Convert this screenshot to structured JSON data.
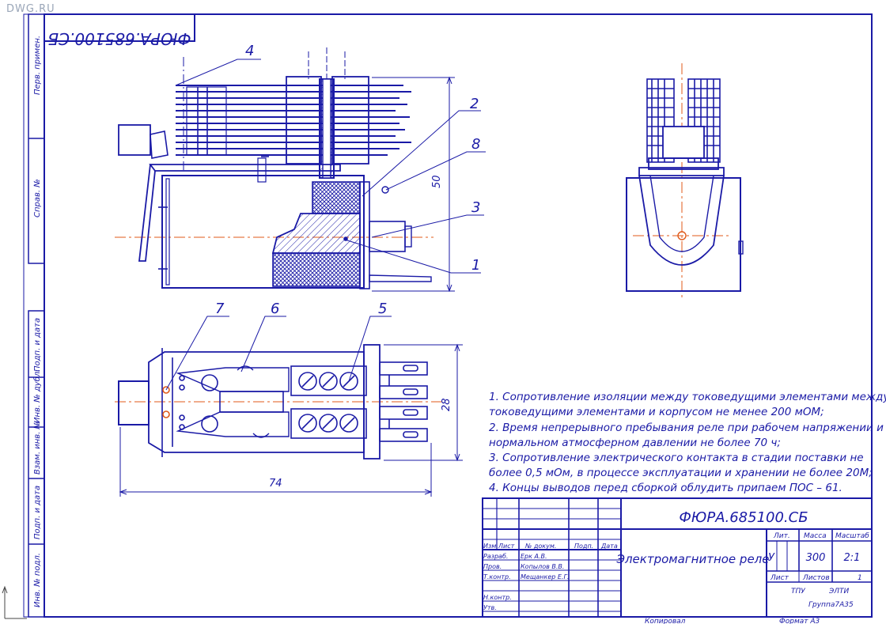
{
  "watermark": "DWG.RU",
  "rotated_code": "ФЮРА.685100.СБ",
  "side_labels": [
    "Перв. примен.",
    "Справ. №",
    "Подп. и дата",
    "Инв. № дубл.",
    "Взам. инв. №",
    "Подп. и дата",
    "Инв. № подл."
  ],
  "callouts": [
    "4",
    "2",
    "8",
    "3",
    "1",
    "7",
    "6",
    "5"
  ],
  "dimensions": {
    "height": "50",
    "width": "28",
    "length": "74"
  },
  "notes": [
    "1. Сопротивление изоляции между токоведущими элементами между",
    "токоведущими элементами и корпусом не менее 200 мОМ;",
    "2. Время непрерывного пребывания реле при рабочем напряжении и",
    "нормальном атмосферном давлении не более 70 ч;",
    "3. Сопротивление электрического контакта в стадии поставки не",
    "более 0,5 мОм, в процессе эксплуатации и хранении не более 20М;",
    "4. Концы выводов перед сборкой облудить припаем ПОС – 61."
  ],
  "title_block": {
    "doc_code": "ФЮРА.685100.СБ",
    "title": "Электромагнитное реле",
    "header_cols": [
      "Изм.",
      "Лист",
      "№ докум.",
      "Подп.",
      "Дата"
    ],
    "roles": [
      {
        "role": "Разраб.",
        "name": "Ерк А.В."
      },
      {
        "role": "Пров.",
        "name": "Копылов В.В."
      },
      {
        "role": "Т.контр.",
        "name": "Мещанкер Е.Г."
      },
      {
        "role": "",
        "name": ""
      },
      {
        "role": "Н.контр.",
        "name": ""
      },
      {
        "role": "Утв.",
        "name": ""
      }
    ],
    "lit_label": "Лит.",
    "mass_label": "Масса",
    "scale_label": "Масштаб",
    "lit_value": "У",
    "mass_value": "300",
    "scale_value": "2:1",
    "sheet_label": "Лист",
    "sheets_label": "Листов",
    "sheets_value": "1",
    "org1": "ТПУ",
    "org2": "ЭЛТИ",
    "group": "Группа7А35",
    "copied": "Копировал",
    "format": "Формат   А3"
  },
  "colors": {
    "line": "#1a1aa6",
    "axis": "#e05a1a",
    "frame": "#1a1aa6",
    "hatch": "#1a1aa6"
  }
}
